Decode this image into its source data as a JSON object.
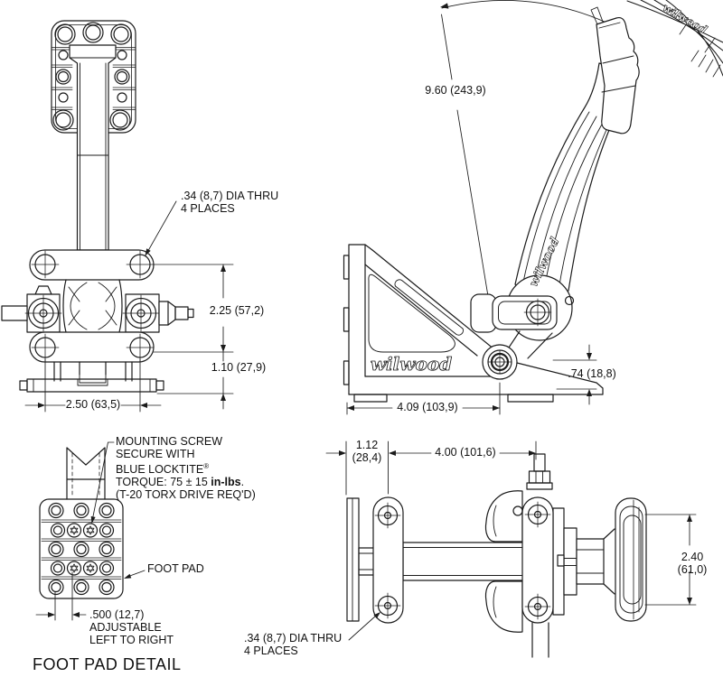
{
  "brand": {
    "logo": "wilwood"
  },
  "front_view": {
    "hole_note": ".34 (8,7) DIA THRU\n4 PLACES",
    "dim_upper_height": "2.25 (57,2)",
    "dim_lower_height": "1.10 (27,9)",
    "dim_width": "2.50 (63,5)"
  },
  "side_view": {
    "dim_pedal_travel": "9.60 (243,9)",
    "dim_pivot_height": ".74 (18,8)",
    "dim_base_length": "4.09 (103,9)"
  },
  "top_view": {
    "dim_flange_offset": "1.12\n(28,4)",
    "dim_mount_length": "4.00 (101,6)",
    "dim_pad_width": "2.40 (61,0)",
    "hole_note": ".34 (8,7) DIA THRU\n4 PLACES"
  },
  "footpad_detail": {
    "mount_note": {
      "line1": "MOUNTING SCREW",
      "line2": "SECURE WITH",
      "line3": "BLUE LOCKTITE",
      "line3_reg": "®",
      "line4_pre": "TORQUE: 75 ± 15 ",
      "line4_bold": "in-lbs",
      "line4_post": ".",
      "line5": "(T-20 TORX DRIVE REQ'D)"
    },
    "foot_pad_label": "FOOT PAD",
    "dim_adjust": ".500 (12,7)",
    "adjust_note": "ADJUSTABLE\nLEFT TO RIGHT",
    "detail_title": "FOOT PAD DETAIL"
  }
}
